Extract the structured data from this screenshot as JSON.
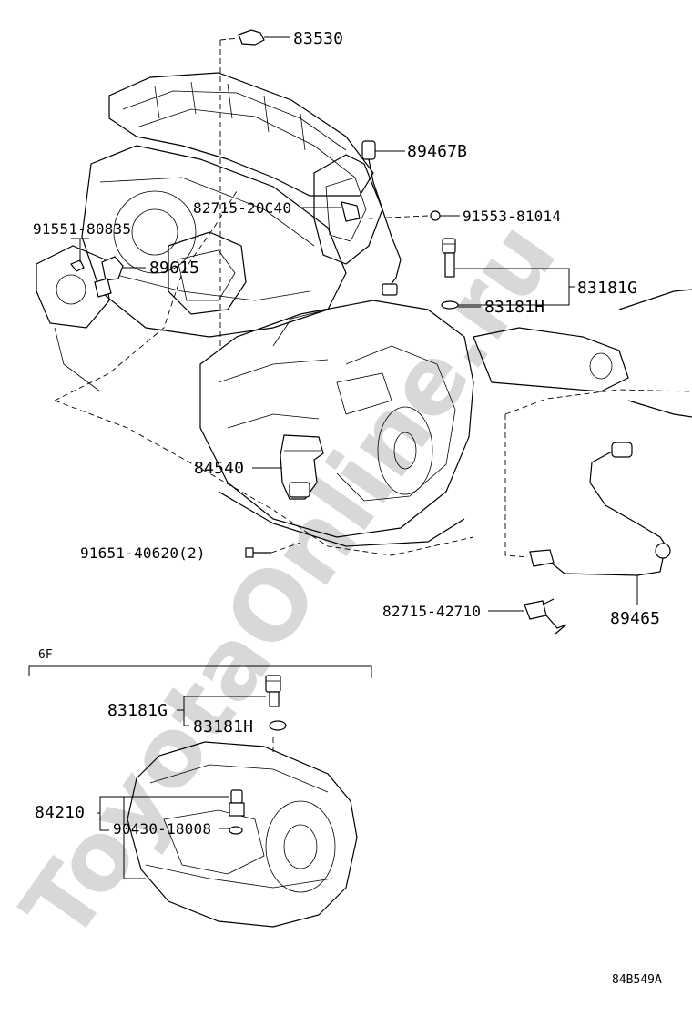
{
  "watermark": "ToyotaOnline.ru",
  "diagram_code": "84B549A",
  "section_label": "6F",
  "labels": {
    "p83530": "83530",
    "p89467B": "89467B",
    "p82715_20C40": "82715-20C40",
    "p91553_81014": "91553-81014",
    "p91551_80835": "91551-80835",
    "p89615": "89615",
    "p83181G": "83181G",
    "p83181H": "83181H",
    "p84540": "84540",
    "p91651_40620": "91651-40620(2)",
    "p82715_42710": "82715-42710",
    "p89465": "89465",
    "p83181G_6f": "83181G",
    "p83181H_6f": "83181H",
    "p84210": "84210",
    "p90430_18008": "90430-18008"
  },
  "colors": {
    "line": "#000000",
    "watermark": "#d8d8d8",
    "background": "#ffffff"
  }
}
